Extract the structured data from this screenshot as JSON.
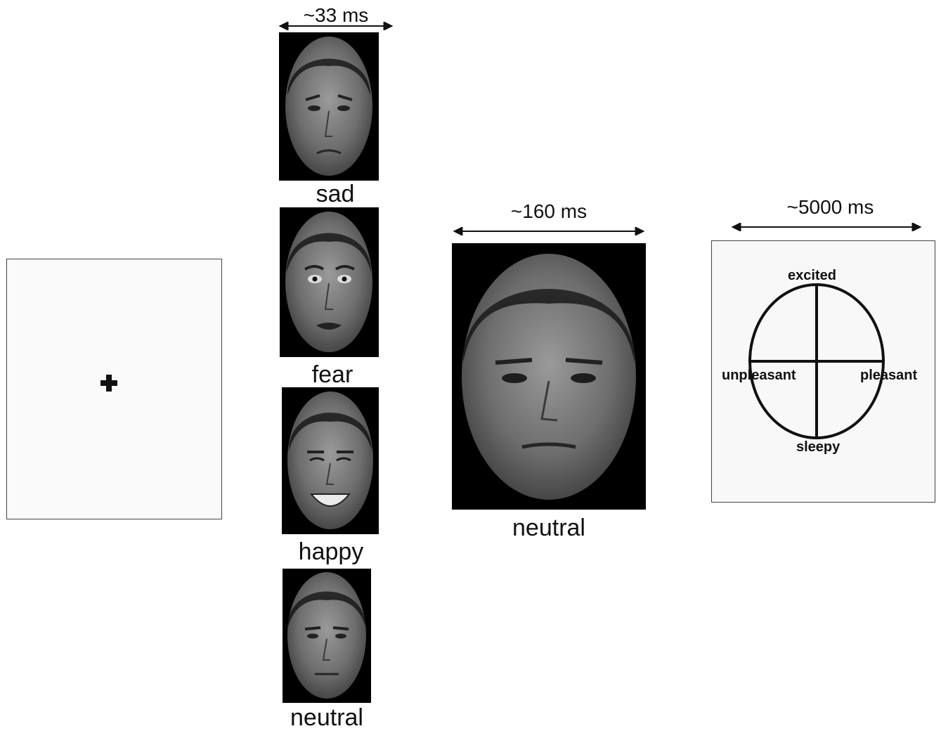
{
  "fixation": {
    "symbol": "+"
  },
  "prime": {
    "duration": "~33 ms",
    "faces": [
      {
        "label": "sad"
      },
      {
        "label": "fear"
      },
      {
        "label": "happy"
      },
      {
        "label": "neutral"
      }
    ]
  },
  "target": {
    "duration": "~160 ms",
    "label": "neutral"
  },
  "rating": {
    "duration": "~5000 ms",
    "top": "excited",
    "bottom": "sleepy",
    "left": "unpleasant",
    "right": "pleasant"
  }
}
